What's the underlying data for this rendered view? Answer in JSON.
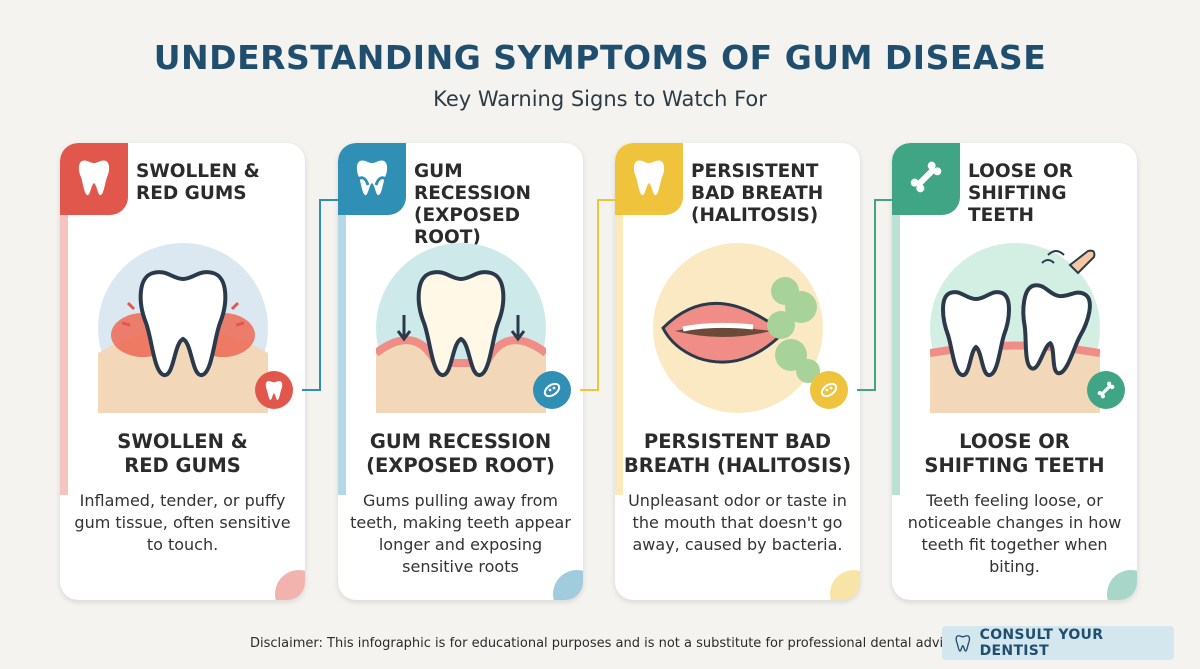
{
  "header": {
    "title": "UNDERSTANDING SYMPTOMS OF GUM DISEASE",
    "subtitle": "Key Warning Signs to Watch For"
  },
  "cards": [
    {
      "head": "SWOLLEN & RED GUMS",
      "big_line1": "SWOLLEN &",
      "big_line2": "RED GUMS",
      "description": "Inflamed, tender, or puffy gum tissue, often sensitive to touch.",
      "icon": "tooth-icon",
      "badge_icon": "tooth-icon",
      "accent": "#e2574c",
      "circle": "#dbe8f1"
    },
    {
      "head": "GUM RECESSION (EXPOSED ROOT)",
      "big_line1": "GUM RECESSION",
      "big_line2": "(EXPOSED ROOT)",
      "description": "Gums pulling away from teeth, making teeth appear longer and exposing sensitive roots",
      "icon": "tooth-root-icon",
      "badge_icon": "bacteria-icon",
      "accent": "#2f8fb4",
      "circle": "#cde9ea"
    },
    {
      "head": "PERSISTENT BAD BREATH (HALITOSIS)",
      "big_line1": "PERSISTENT BAD",
      "big_line2": "BREATH (HALITOSIS)",
      "description": "Unpleasant odor or taste in the mouth that doesn't go away, caused by bacteria.",
      "icon": "tooth-icon",
      "badge_icon": "bacteria-icon",
      "accent": "#f0c33c",
      "circle": "#fbe9c3"
    },
    {
      "head": "LOOSE OR SHIFTING TEETH",
      "big_line1": "LOOSE OR",
      "big_line2": "SHIFTING TEETH",
      "description": "Teeth feeling loose, or noticeable changes in how teeth fit together when biting.",
      "icon": "bone-icon",
      "badge_icon": "bone-icon",
      "accent": "#3fa585",
      "circle": "#d3eee3"
    }
  ],
  "footer": {
    "disclaimer": "Disclaimer: This infographic is for educational purposes and is not a substitute for professional dental advice.",
    "cta": "CONSULT YOUR DENTIST"
  }
}
